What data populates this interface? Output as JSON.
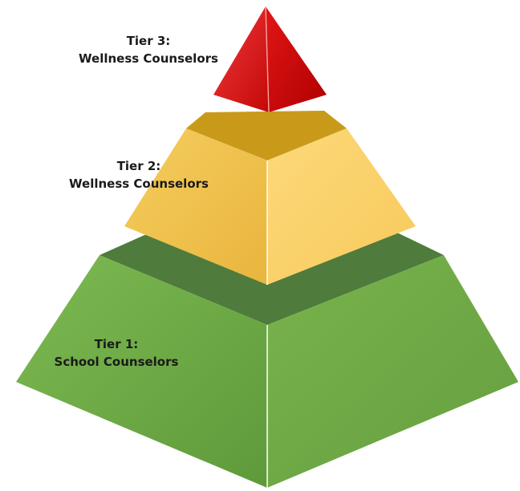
{
  "diagram": {
    "type": "pyramid",
    "tiers": [
      {
        "level": "tier-3",
        "line1": "Tier 3:",
        "line2": "Wellness Counselors",
        "color": "#e01010"
      },
      {
        "level": "tier-2",
        "line1": "Tier 2:",
        "line2": "Wellness Counselors",
        "color": "#f6c450"
      },
      {
        "level": "tier-1",
        "line1": "Tier 1:",
        "line2": "School Counselors",
        "color": "#6aa845"
      }
    ]
  }
}
